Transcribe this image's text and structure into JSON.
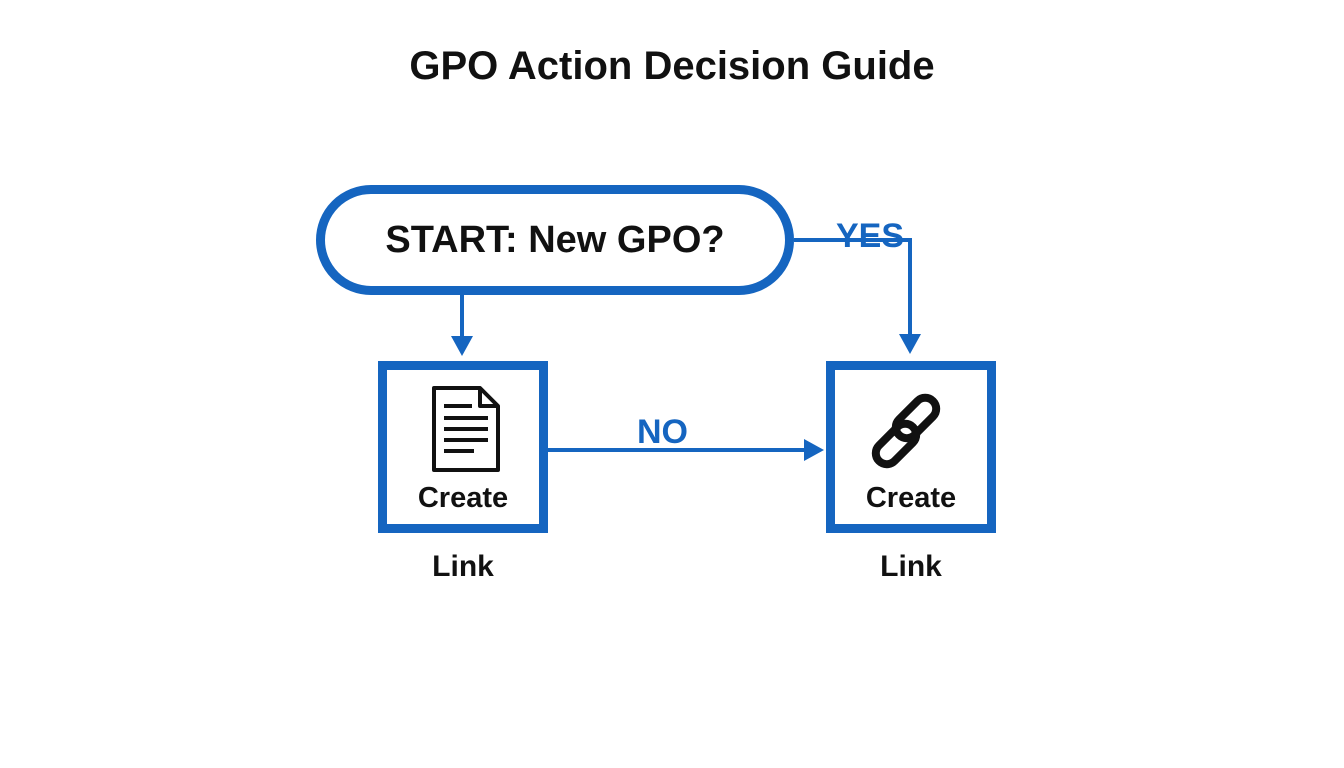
{
  "title": "GPO Action Decision Guide",
  "start_node": {
    "label": "START: New GPO?"
  },
  "edges": {
    "yes_label": "YES",
    "no_label": "NO"
  },
  "left_box": {
    "icon": "document-icon",
    "label": "Create",
    "caption": "Link"
  },
  "right_box": {
    "icon": "chain-link-icon",
    "label": "Create",
    "caption": "Link"
  },
  "colors": {
    "accent": "#1565c0",
    "text": "#111111",
    "background": "#ffffff"
  }
}
